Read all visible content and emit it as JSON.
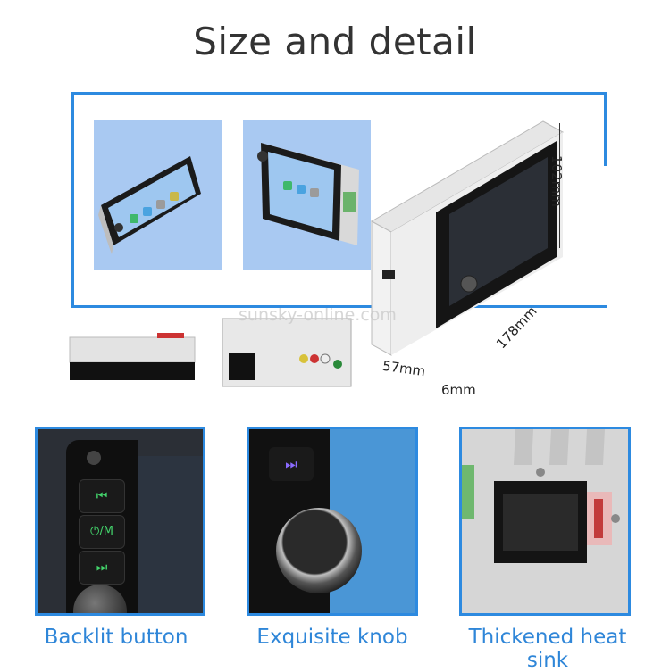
{
  "title": "Size and detail",
  "watermark": "sunsky-online.com",
  "dimensions": {
    "height": "102mm",
    "width": "178mm",
    "depth": "57mm",
    "thickness": "6mm"
  },
  "panel_buttons": {
    "prev": "⏮",
    "power_mute": "⏻/M",
    "next": "⏭"
  },
  "knob_button_glyph": "⏭",
  "captions": {
    "backlit": "Backlit button",
    "knob": "Exquisite knob",
    "heatsink": "Thickened heat sink"
  },
  "colors": {
    "accent": "#2d8ae0",
    "caption": "#2f86d8",
    "screen_blue": "#a9c9f2"
  }
}
